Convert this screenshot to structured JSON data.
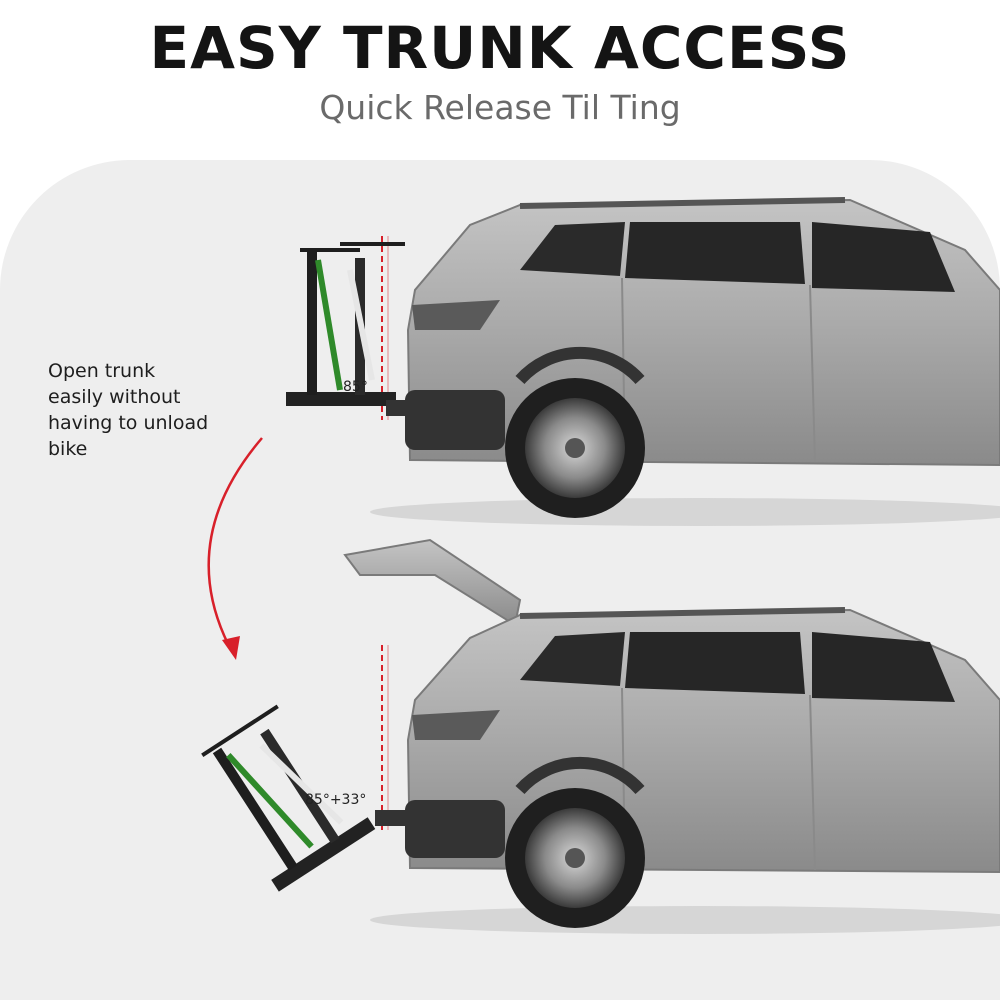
{
  "header": {
    "title": "EASY TRUNK ACCESS",
    "subtitle": "Quick Release Til Ting"
  },
  "callout": {
    "text": "Open trunk\neasily without\nhaving to unload\nbike"
  },
  "angles": {
    "upright": "85°",
    "tilted": "85°+33°"
  },
  "colors": {
    "accent": "#d8202a",
    "car_body": "#a9a9a9",
    "panel_bg": "#eeeeee",
    "title": "#141414",
    "subtitle": "#6a6a6a",
    "bike_frame": "#2f8a2a"
  }
}
